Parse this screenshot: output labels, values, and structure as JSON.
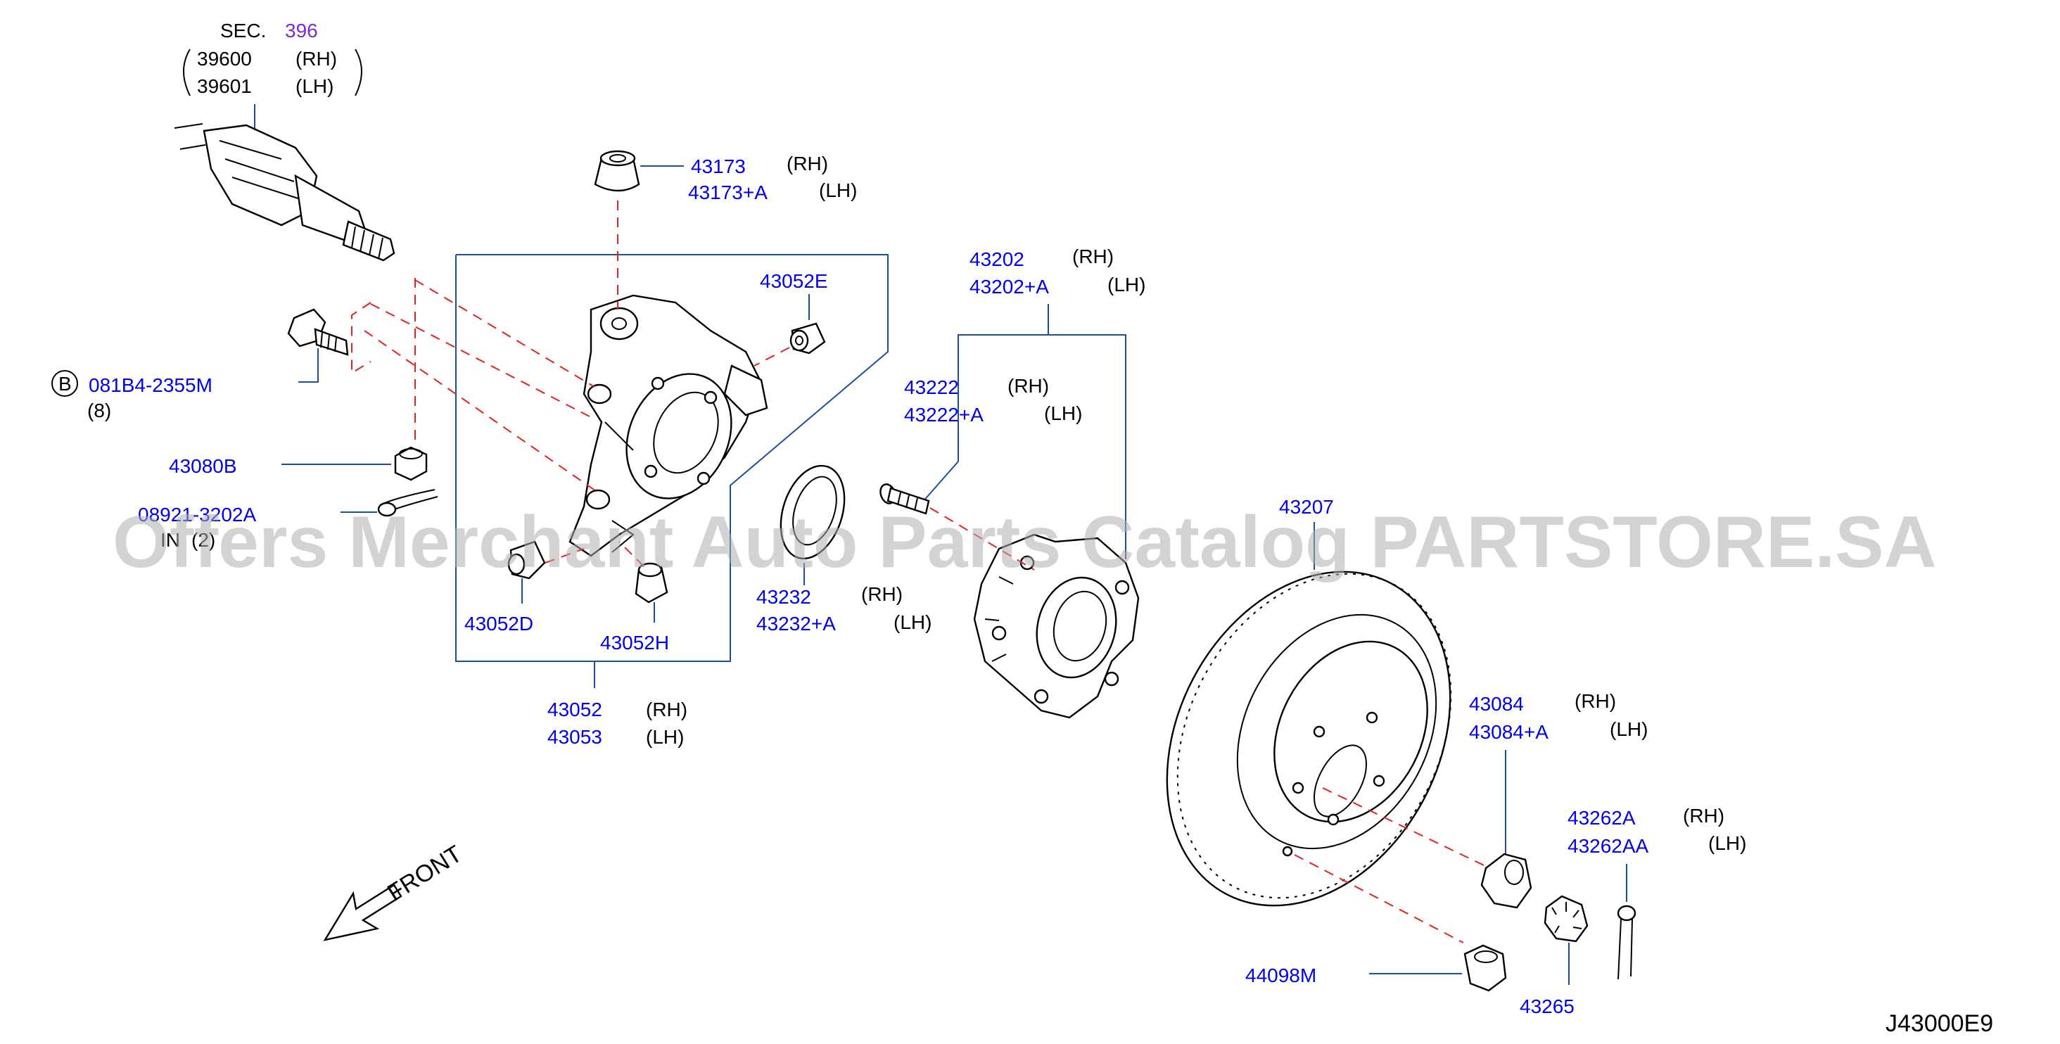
{
  "diagram": {
    "section": {
      "prefix": "SEC.",
      "number": "396"
    },
    "drive_shaft": {
      "rh": "39600",
      "lh": "39601"
    },
    "side": {
      "rh": "(RH)",
      "lh": "(LH)"
    },
    "bolt": {
      "circle": "B",
      "part": "081B4-2355M",
      "qty": "(8)"
    },
    "nut_43080b": "43080B",
    "cotter_pin_left": {
      "part": "08921-3202A",
      "qty_prefix": "IN",
      "qty": "(2)"
    },
    "bushing_top": {
      "rh": "43173",
      "lh": "43173+A"
    },
    "bushing_e": "43052E",
    "bushing_d": "43052D",
    "bushing_h": "43052H",
    "knuckle": {
      "rh": "43052",
      "lh": "43053"
    },
    "hub_assembly": {
      "rh": "43202",
      "lh": "43202+A"
    },
    "hub_bolt": {
      "rh": "43222",
      "lh": "43222+A"
    },
    "seal": {
      "rh": "43232",
      "lh": "43232+A"
    },
    "rotor": "43207",
    "wheel_nut": {
      "rh": "43084",
      "lh": "43084+A"
    },
    "cotter_pin_right": {
      "rh": "43262A",
      "lh": "43262AA"
    },
    "plug": "44098M",
    "lock_cap": "43265",
    "front_label": "FRONT",
    "diagram_code": "J43000E9",
    "watermark": "Offers Merchant Auto Parts Catalog PARTSTORE.SA"
  }
}
